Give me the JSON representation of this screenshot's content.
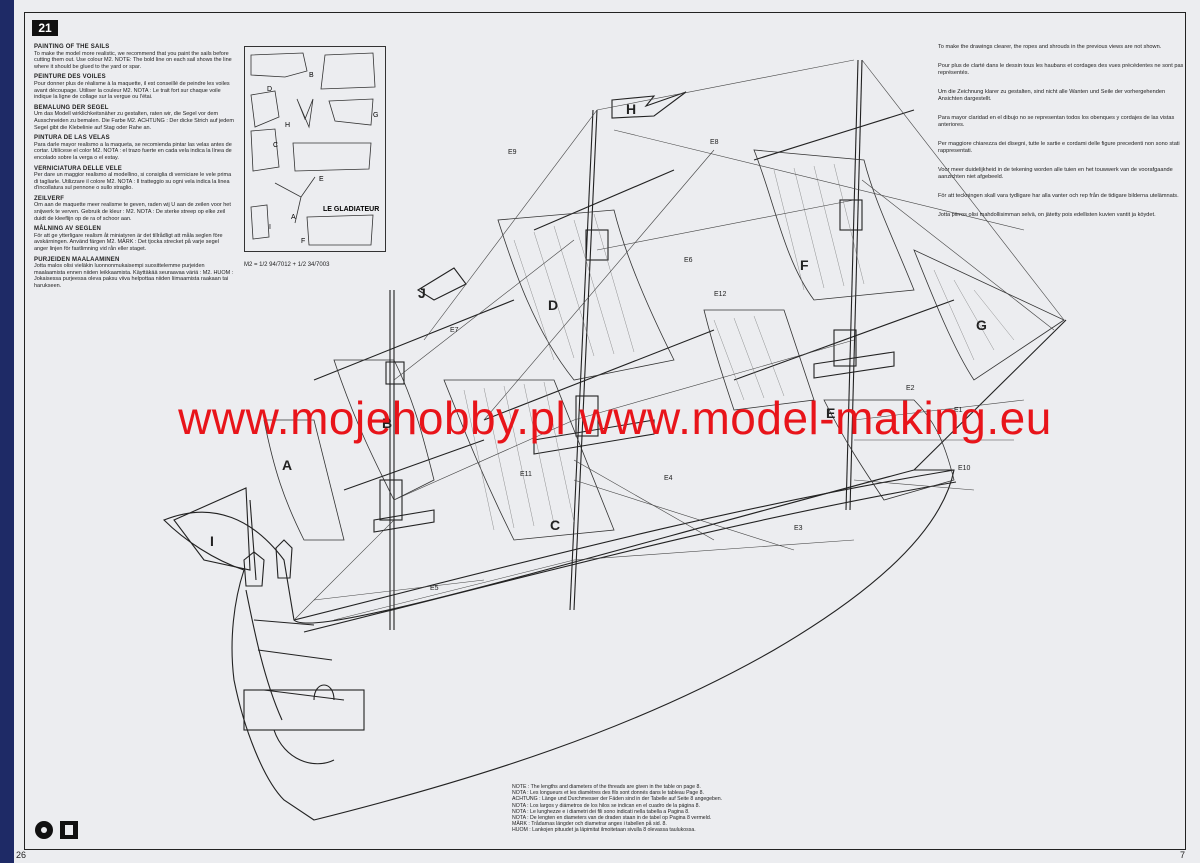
{
  "page": {
    "sheet_number": "21",
    "page_left": "26",
    "page_right": "7"
  },
  "watermark": "www.mojehobby.pl www.model-making.eu",
  "sails_painting": [
    {
      "title": "PAINTING OF THE SAILS",
      "text": "To make the model more realistic, we recommend that you paint the sails before cutting them out. Use colour M2. NOTE: The bold line on each sail shows the line where it should be glued to the yard or spar."
    },
    {
      "title": "PEINTURE DES VOILES",
      "text": "Pour donner plus de réalisme à la maquette, il est conseillé de peindre les voiles avant découpage. Utiliser la couleur M2. NOTA : Le trait fort sur chaque voile indique la ligne de collage sur la vergue ou l'étai."
    },
    {
      "title": "BEMALUNG DER SEGEL",
      "text": "Um das Modell wirklichkeitsnäher zu gestalten, raten wir, die Segel vor dem Ausschneiden zu bemalen. Die Farbe M2. ACHTUNG : Der dicke Strich auf jedem Segel gibt die Klebelinie auf Stag oder Rahe an."
    },
    {
      "title": "PINTURA DE LAS VELAS",
      "text": "Para darle mayor realismo a la maqueta, se recomienda pintar las velas antes de cortar. Utilícese el color M2. NOTA : el trazo fuerte en cada vela indica la línea de encolado sobre la verga o el estay."
    },
    {
      "title": "VERNICIATURA DELLE VELE",
      "text": "Per dare un maggior realismo al modellino, si consiglia di verniciare le vele prima di tagliarle. Utilizzare il colore M2. NOTA : Il tratteggio su ogni vela indica la linea d'incollatura sul pennone o sullo straglio."
    },
    {
      "title": "ZEILVERF",
      "text": "Om aan de maquette meer realisme te geven, raden wij U aan de zeilen voor het snijwerk te verven. Gebruik de kleur : M2. NOTA : De sterke streep op elke zeil duidt de kleeflijn op de ra of schoor aan."
    },
    {
      "title": "MÅLNING AV SEGLEN",
      "text": "För att ge ytterligare realism åt miniatyren är det tillrådligt att måla seglen före avskärningen. Använd färgen M2. MÄRK : Det tjocka strecket på varje segel anger linjen för fastlimning vid rån eller staget."
    },
    {
      "title": "PURJEIDEN MAALAAMINEN",
      "text": "Jotta malos olisi vieläkin luonnonmukaisempi suosittelemme purjeiden maalaamista ennen niiden leikkaamista. Käyttäkää seuraavaa väriä : M2. HUOM : Jokaisessa purjeessa oleva paksu viiva helpottaa niiden liimaamista raakaan tai harukseen."
    }
  ],
  "pieces_panel": {
    "labels": [
      "B",
      "D",
      "H",
      "G",
      "C",
      "E",
      "A",
      "I",
      "F"
    ],
    "name": "LE GLADIATEUR",
    "formula": "M2 = 1/2 94/7012 + 1/2 34/7003"
  },
  "clarity_notes": [
    "To make the drawings clearer, the ropes and shrouds in the previous views are not shown.",
    "Pour plus de clarté dans le dessin tous les haubans et cordages des vues précédentes ne sont pas représentés.",
    "Um die Zeichnung klarer zu gestalten, sind nicht alle Wanten und Seile der vorhergehenden Ansichten dargestellt.",
    "Para mayor claridad en el dibujo no se representan todos los obenques y cordajes de las vistas anteriores.",
    "Per maggiore chiarezza dei disegni, tutte le sartie e cordami delle figure precedenti non sono stati rappresentati.",
    "Voor meer duidelijkheid in de tekening worden alle tuien en het touwwerk van de voorafgaande aanzichten niet afgebeeld.",
    "För att teckningen skall vara tydligare har alla vanter och rep från de tidigare bilderna utelämnats.",
    "Jotta piirros olisi mahdollisimman selvä, on jätetty pois edellisten kuvien vantit ja köydet."
  ],
  "thread_notes": [
    "NOTE : The lengths and diameters of the threads are given in the table on page 8.",
    "NOTA : Les longueurs et les diamètres des fils sont donnés dans le tableau Page 8.",
    "ACHTUNG : Länge und Durchmesser der Fäden sind in der Tabelle auf Seite 8 angegeben.",
    "NOTA : Los largos y diámetros de los hilos se indican en el cuadro de la página 8.",
    "NOTA : Le lunghezze e i diametri dei fili sono indicati nella tabella a Pagina 8.",
    "NOTA : De lengten en diameters van de draden staan in de tabel op Pagina 8 vermeld.",
    "MÄRK : Trådarnas längder och diametrar anges i tabellen på sid. 8.",
    "HUOM : Lankojen pituudet ja läpimitat ilmoitetaan sivulla 8 olevassa taulukossa."
  ],
  "diagram": {
    "sail_letters": [
      "A",
      "B",
      "C",
      "D",
      "E",
      "F",
      "G",
      "H",
      "I",
      "J"
    ],
    "rope_labels": [
      "E1",
      "E2",
      "E3",
      "E4",
      "E5",
      "E6",
      "E7",
      "E8",
      "E9",
      "E10",
      "E11",
      "E12"
    ]
  },
  "colors": {
    "background_border": "#1e2a66",
    "sheet": "#ecedf0",
    "ink": "#222222",
    "watermark": "#e8141a"
  }
}
